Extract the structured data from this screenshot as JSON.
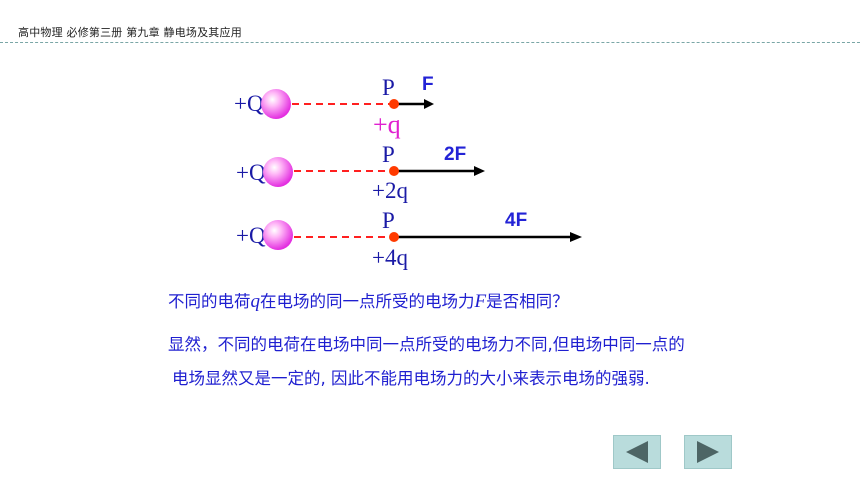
{
  "header": {
    "title": "高中物理  必修第三册 第九章 静电场及其应用"
  },
  "diagram": {
    "rows": [
      {
        "source": "+Q",
        "point": "P",
        "charge": "+q",
        "force": "F"
      },
      {
        "source": "+Q",
        "point": "P",
        "charge": "+2q",
        "force": "2F"
      },
      {
        "source": "+Q",
        "point": "P",
        "charge": "+4q",
        "force": "4F"
      }
    ]
  },
  "question": {
    "pre": "不同的电荷",
    "q": "q",
    "mid": "在电场的同一点所受的电场力",
    "f": "F",
    "post": "是否相同？"
  },
  "answer": {
    "line1": "显然，不同的电荷在电场中同一点所受的电场力不同,但电场中同一点的",
    "line2": "电场显然又是一定的, 因此不能用电场力的大小来表示电场的强弱."
  },
  "colors": {
    "text": "#1f1fd0",
    "charge_q": "#e020d0",
    "dashed_line": "#ff2020",
    "point": "#ff3a00",
    "button": "#b9dcdc",
    "arrow_icon": "#4d6565"
  },
  "icons": {
    "prev": "triangle-left-icon",
    "next": "triangle-right-icon"
  }
}
